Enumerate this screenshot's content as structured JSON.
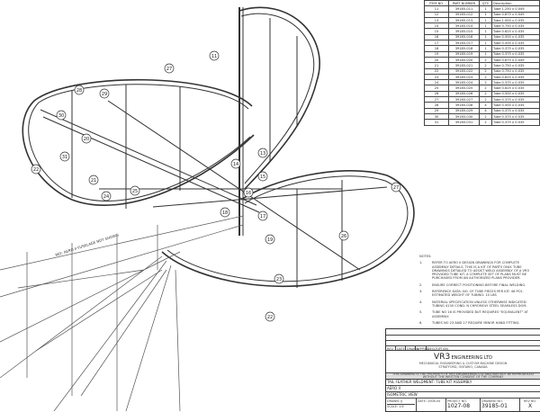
{
  "bom": {
    "headers": [
      "ITEM NO.",
      "PART NUMBER",
      "QTY.",
      "Description"
    ],
    "rows": [
      [
        "11",
        "39185-011",
        "1",
        "Tube 1.250 x 0.049"
      ],
      [
        "12",
        "39185-012",
        "1",
        "Tube 0.875 x 0.049"
      ],
      [
        "13",
        "39185-013",
        "1",
        "Tube 1.000 x 0.035"
      ],
      [
        "14",
        "39185-014",
        "1",
        "Tube 0.750 x 0.035"
      ],
      [
        "15",
        "39185-015",
        "1",
        "Tube 0.625 x 0.035"
      ],
      [
        "16",
        "39185-016",
        "1",
        "Tube 0.500 x 0.035"
      ],
      [
        "17",
        "39185-017",
        "1",
        "Tube 0.500 x 0.035"
      ],
      [
        "18",
        "39185-018",
        "1",
        "Tube 0.375 x 0.035"
      ],
      [
        "19",
        "39185-019",
        "1",
        "Tube 0.375 x 0.035"
      ],
      [
        "20",
        "39185-020",
        "2",
        "Tube 0.875 x 0.049"
      ],
      [
        "21",
        "39185-021",
        "2",
        "Tube 0.750 x 0.035"
      ],
      [
        "22",
        "39185-022",
        "2",
        "Tube 0.750 x 0.035"
      ],
      [
        "23",
        "39185-023",
        "2",
        "Tube 0.625 x 0.035"
      ],
      [
        "24",
        "39185-024",
        "2",
        "Tube 0.375 x 0.035"
      ],
      [
        "25",
        "39185-025",
        "2",
        "Tube 0.625 x 0.035"
      ],
      [
        "26",
        "39185-026",
        "2",
        "Tube 0.500 x 0.035"
      ],
      [
        "27",
        "39185-027",
        "2",
        "Tube 0.375 x 0.035"
      ],
      [
        "28",
        "39185-028",
        "4",
        "Tube 0.500 x 0.035"
      ],
      [
        "29",
        "39185-029",
        "4",
        "Tube 0.375 x 0.035"
      ],
      [
        "30",
        "39185-030",
        "2",
        "Tube 0.375 x 0.035"
      ],
      [
        "31",
        "39185-031",
        "2",
        "Tube 0.375 x 0.035"
      ]
    ]
  },
  "notes": {
    "title": "NOTES:",
    "items": [
      {
        "num": "1.",
        "text": "REFER TO AERO II DESIGN DRAWINGS FOR COMPLETE ASSEMBLY DETAILS. THIS IS A KIT OF PARTS ONLY. TUBE DRAWINGS DETAILED TO ASSIST WELD ASSEMBLY OF A VR3 PROVIDED TUBE KIT. A COMPLETE SET OF PLANS MUST BE PURCHASED FROM AN AUTHORIZED PLANS PROVIDER."
      },
      {
        "num": "2.",
        "text": "ENSURE CORRECT POSITIONING BEFORE FINAL WELDING."
      },
      {
        "num": "3.",
        "text": "REFERENCE DATA: NO. OF TUBE PIECES PER KIT: 46 PCS. ESTIMATED WEIGHT OF TUBING: 10 LBS"
      },
      {
        "num": "4.",
        "text": "MATERIAL SPECIFICATION UNLESS OTHERWISE INDICATED: TUBING 4130 COND. N CHROMOLY STEEL SEAMLESS DOM."
      },
      {
        "num": "5.",
        "text": "TUBE NO 16 IS PROVIDED BUT REQUIRES \"EQUIVALENT\" AT ASSEMBLY."
      },
      {
        "num": "6.",
        "text": "TUBES NO 23 AND 27 REQUIRE MINOR HAND FITTING."
      }
    ]
  },
  "title_block": {
    "rev_headers": [
      "REV.",
      "DATE",
      "DRAWN",
      "APPRVD",
      "DESCRIPTION"
    ],
    "company_logo": "VR3",
    "company_name": "ENGINEERING LTD",
    "company_line1": "MECHANICAL ENGINEERING & CUSTOM MACHINE DESIGN",
    "company_line2": "STRATFORD, ONTARIO, CANADA",
    "disclaimer": "THIS DRAWING IS THE PROPERTY OF VR3 ENGINEERING LTD AND MAY NOT BE REPRODUCED WITHOUT THE WRITTEN CONSENT OF THE COMPANY",
    "title": "TAIL FEATHER WELDMENT: TUBE KIT ASSEMBLY",
    "product": "AERO II",
    "view": "ISOMETRIC VIEW",
    "drawn": "DRAWN: JJ",
    "date": "DATE: 2008-04",
    "scale": "SCALE: 1:8",
    "project_label": "PROJECT NO.",
    "project": "1027-08",
    "drawing_label": "DRAWING NO.",
    "drawing": "39185-01",
    "rev_label": "REV NO.",
    "rev": "X"
  },
  "drawing": {
    "fuselage_note": "REF: AERO II FUSELAGE NOT SHOWN",
    "callouts": [
      "27",
      "11",
      "28",
      "29",
      "30",
      "20",
      "22",
      "31",
      "21",
      "24",
      "25",
      "13",
      "14",
      "15",
      "16",
      "17",
      "18",
      "19",
      "27",
      "26",
      "23",
      "22"
    ]
  }
}
